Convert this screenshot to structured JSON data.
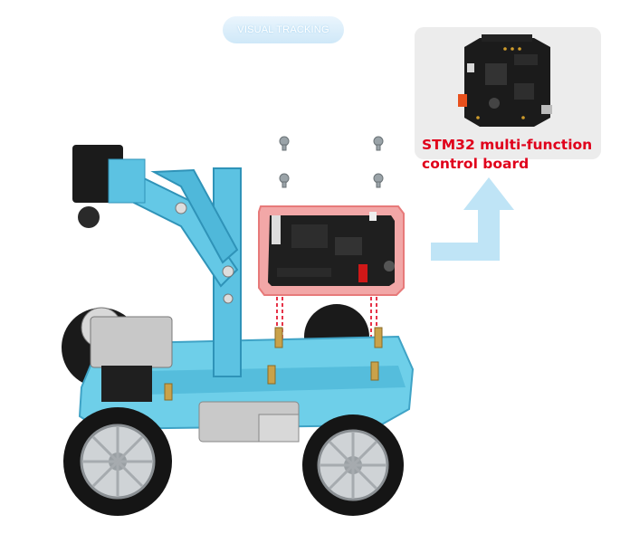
{
  "header": {
    "badge_label": "VISUAL TRACKING"
  },
  "callout": {
    "caption_line1": "STM32 multi-function",
    "caption_line2": "control board"
  },
  "colors": {
    "accent_blue": "#7dd3ee",
    "chassis": "#6ecfe9",
    "highlight_red": "#e0001b",
    "highlight_pink": "#f2a7a7",
    "arrow": "#bfe4f6"
  },
  "icons": {
    "arrow": "curved-arrow-up-icon",
    "board": "control-board-icon",
    "screws": "screw-icon"
  }
}
